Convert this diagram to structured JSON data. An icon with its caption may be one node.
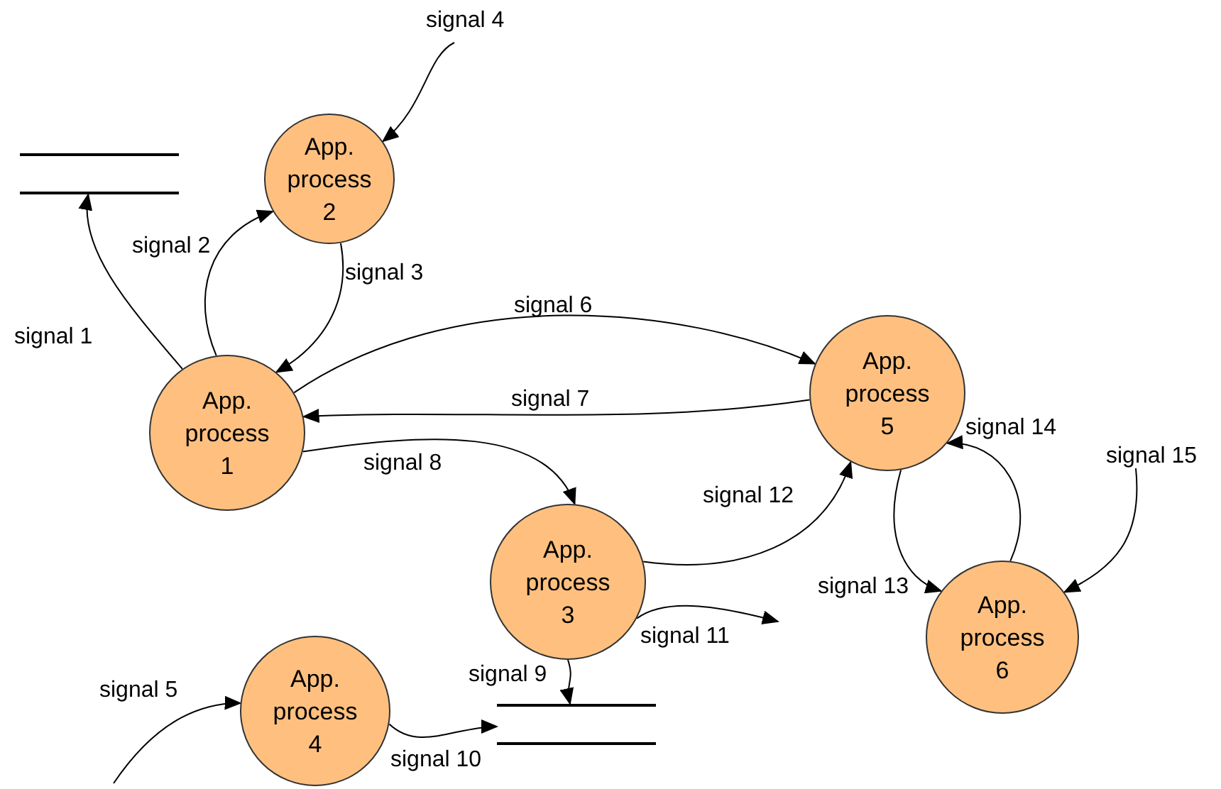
{
  "diagram": {
    "nodes": [
      {
        "text": [],
        "shape": "lines"
      },
      {
        "text": [
          "App. process 2"
        ]
      },
      {
        "text": [
          "App. process 1"
        ]
      },
      {
        "text": [
          "App. process 5"
        ]
      },
      {
        "text": [
          "App. process 3"
        ]
      },
      {
        "text": [
          "App. process 6"
        ]
      },
      {
        "text": [
          "App. process 4"
        ]
      },
      {
        "text": [],
        "shape": "lines"
      }
    ],
    "edges": [
      {
        "from": 2,
        "to": 0,
        "arrow": "to",
        "label": "signal 1"
      },
      {
        "from": 2,
        "to": 1,
        "arrow": "to",
        "label": "signal 2"
      },
      {
        "from": 1,
        "to": 2,
        "arrow": "to",
        "label": "signal 3"
      },
      {
        "from": null,
        "to": 1,
        "arrow": "to",
        "label": "signal 4"
      },
      {
        "from": 2,
        "to": 3,
        "arrow": "to",
        "label": "signal 6"
      },
      {
        "from": 3,
        "to": 2,
        "arrow": "to",
        "label": "signal 7"
      },
      {
        "from": 2,
        "to": 4,
        "arrow": "to",
        "label": "signal 8"
      },
      {
        "from": 4,
        "to": 3,
        "arrow": "to",
        "label": "signal 12"
      },
      {
        "from": 3,
        "to": 5,
        "arrow": "to",
        "label": "signal 13"
      },
      {
        "from": 5,
        "to": 3,
        "arrow": "to",
        "label": "signal 14"
      },
      {
        "from": null,
        "to": 5,
        "arrow": "to",
        "label": "signal 15"
      },
      {
        "from": 4,
        "to": null,
        "arrow": "to",
        "label": "signal 11"
      },
      {
        "from": 4,
        "to": 7,
        "arrow": "to",
        "label": "signal 9"
      },
      {
        "from": null,
        "to": 6,
        "arrow": "to",
        "label": "signal 5"
      },
      {
        "from": 6,
        "to": 7,
        "arrow": "to",
        "label": "signal 10"
      }
    ]
  }
}
